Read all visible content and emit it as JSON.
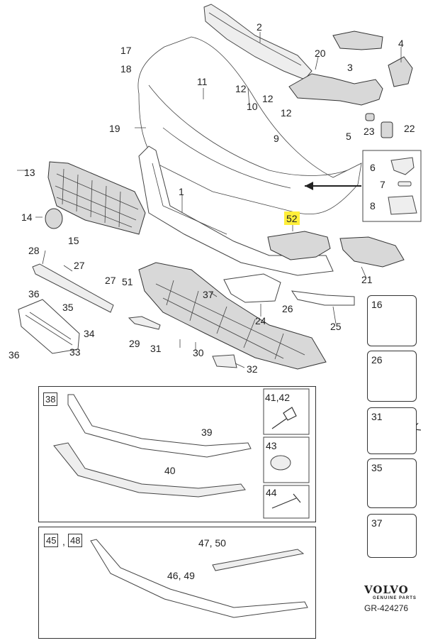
{
  "callouts": {
    "c1": "1",
    "c2": "2",
    "c3": "3",
    "c4": "4",
    "c5": "5",
    "c9": "9",
    "c10": "10",
    "c11": "11",
    "c12a": "12",
    "c12b": "12",
    "c12c": "12",
    "c13": "13",
    "c14": "14",
    "c15": "15",
    "c17": "17",
    "c18": "18",
    "c19": "19",
    "c20": "20",
    "c21": "21",
    "c22": "22",
    "c23": "23",
    "c24": "24",
    "c25": "25",
    "c26": "26",
    "c27": "27",
    "c28": "28",
    "c29": "29",
    "c30": "30",
    "c31": "31",
    "c32": "32",
    "c33": "33",
    "c34": "34",
    "c35": "35",
    "c36a": "36",
    "c36b": "36",
    "c37": "37",
    "c39": "39",
    "c40": "40",
    "c46_49": "46, 49",
    "c47_50": "47, 50",
    "c51": "51",
    "c52": "52"
  },
  "inset_top": {
    "c6": "6",
    "c7": "7",
    "c8": "8"
  },
  "side_boxes": {
    "b16": "16",
    "b26": "26",
    "b31": "31",
    "b35": "35",
    "b37": "37"
  },
  "lower_box": {
    "c38": "38",
    "c41_42": "41,42",
    "c43": "43",
    "c44": "44"
  },
  "bottom_box": {
    "c45": "45",
    "comma": ",",
    "c48": "48"
  },
  "brand": {
    "name": "VOLVO",
    "sub": "GENUINE PARTS",
    "code": "GR-424276"
  },
  "colors": {
    "highlight": "#ffef3a",
    "line": "#333333"
  }
}
